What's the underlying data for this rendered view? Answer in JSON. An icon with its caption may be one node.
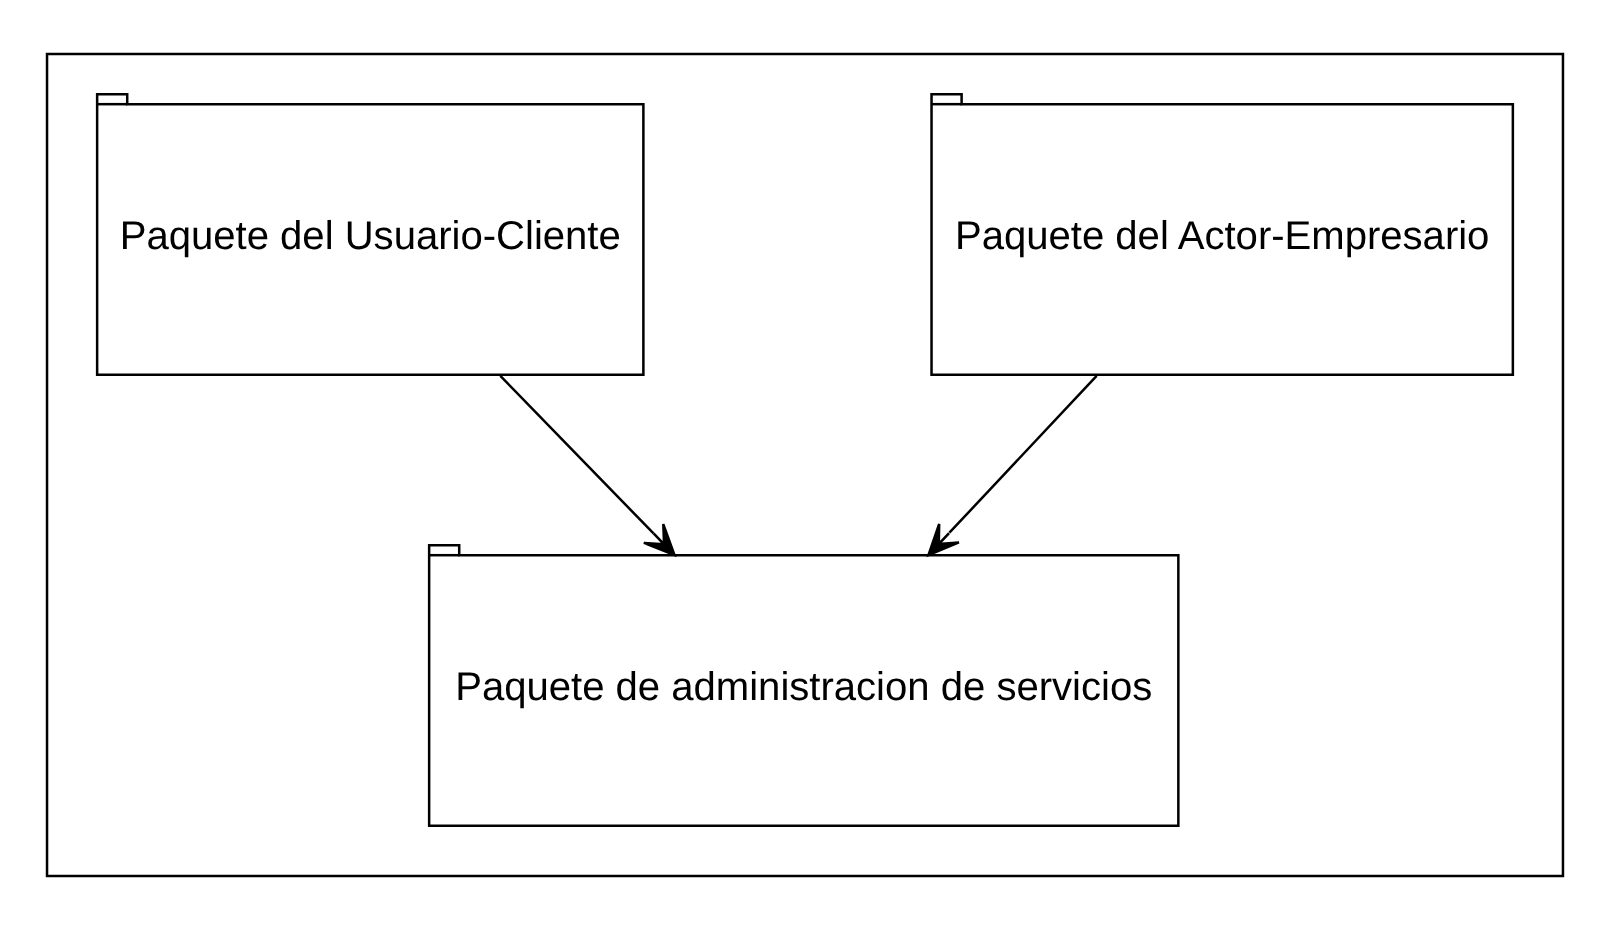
{
  "diagram": {
    "nodes": [
      {
        "text": [],
        "shape": "box"
      },
      {
        "text": [
          "Paquete del Usuario-Cliente"
        ],
        "in": 0
      },
      {
        "text": [
          "Paquete del Actor-Empresario"
        ],
        "in": 0
      },
      {
        "text": [
          "Paquete de administracion de servicios"
        ],
        "in": 0
      }
    ],
    "edges": [
      {
        "from": 1,
        "to": 3,
        "arrow": "to"
      },
      {
        "from": 2,
        "to": 3,
        "arrow": "to"
      }
    ]
  }
}
